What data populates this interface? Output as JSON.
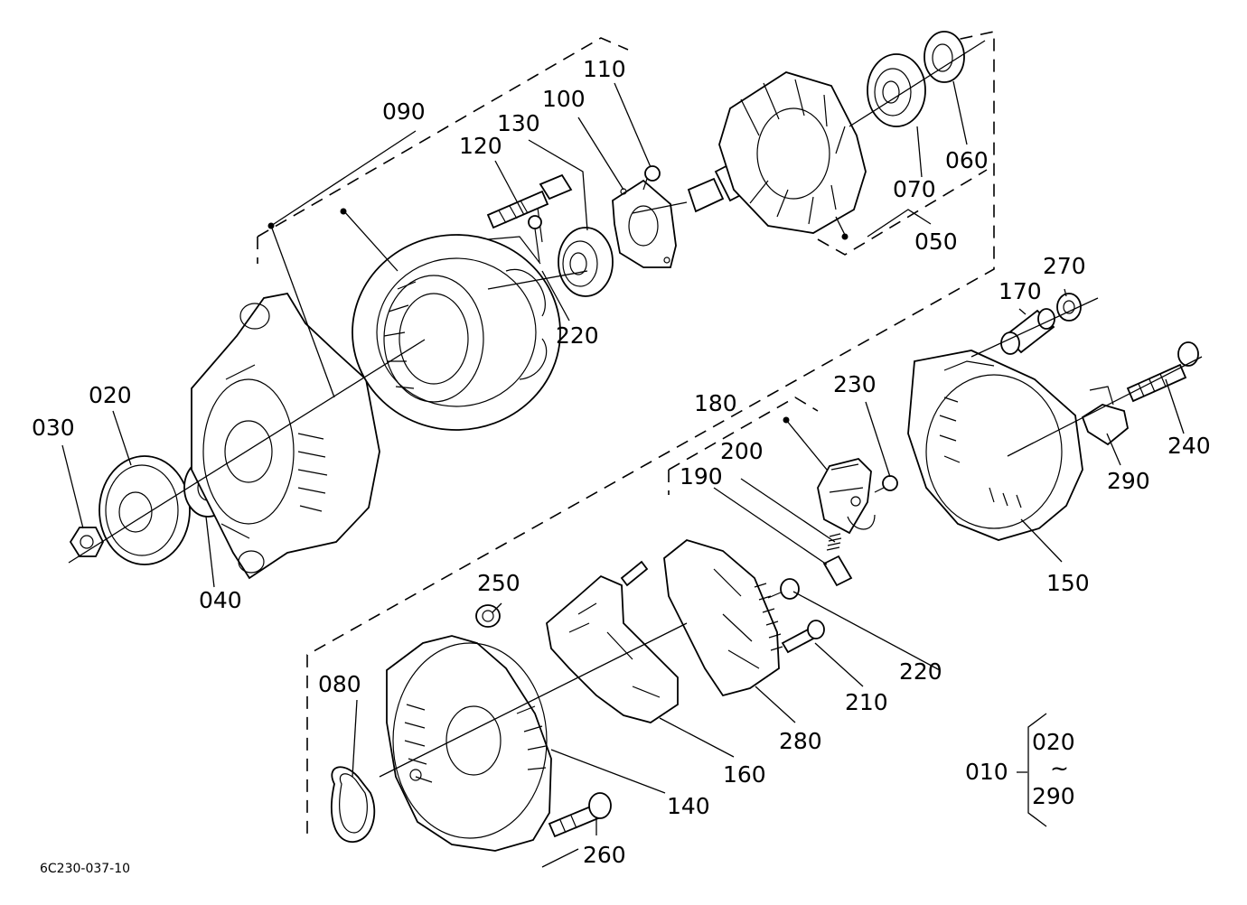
{
  "drawing_code": "6C230-037-10",
  "callouts": {
    "c010": "010",
    "c020": "020",
    "c030": "030",
    "c040": "040",
    "c050": "050",
    "c060": "060",
    "c070": "070",
    "c080": "080",
    "c090": "090",
    "c100": "100",
    "c110": "110",
    "c120": "120",
    "c130": "130",
    "c140": "140",
    "c150": "150",
    "c160": "160",
    "c170": "170",
    "c180": "180",
    "c190": "190",
    "c200": "200",
    "c210": "210",
    "c220a": "220",
    "c220b": "220",
    "c230": "230",
    "c240": "240",
    "c250": "250",
    "c260": "260",
    "c270": "270",
    "c280": "280",
    "c290": "290"
  },
  "assembly_range": {
    "set": "010",
    "from": "020",
    "tilde": "~",
    "to": "290"
  }
}
